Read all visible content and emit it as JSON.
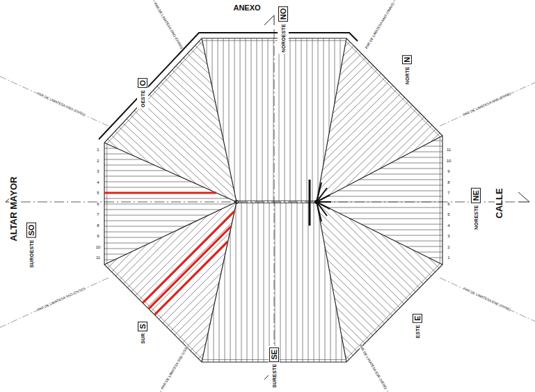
{
  "diagram": {
    "nodes": [
      {
        "text": [
          "NOROESTE",
          "NO"
        ]
      },
      {
        "text": [
          "NORTE",
          "N"
        ]
      },
      {
        "text": [
          "OESTE",
          "O"
        ]
      },
      {
        "text": [
          "SUROESTE",
          "SO"
        ]
      },
      {
        "text": [
          "NORESTE",
          "NE"
        ]
      },
      {
        "text": [
          "SUR",
          "S"
        ]
      },
      {
        "text": [
          "SURESTE",
          "SE"
        ]
      },
      {
        "text": [
          "ESTE",
          "E"
        ]
      }
    ],
    "labels": [
      "ANEXO",
      "ALTAR MAYOR",
      "CALLE",
      "PAR DE LIMATESA ONO-(OVNO)",
      "PAR DE LIMATESA NNO-(ONNO)",
      "PAR DE LIMATESA NNE-(ENNE)",
      "PAR DE LIMATESA OSO-(OVSO)",
      "PAR DE LIMATESA SSO-(OVSO)",
      "PAR DE LIMATESA ENE-(OVNE)",
      "PAR DE LIMATESA SSE-(VSSE)",
      "PAR DE LIMATESA ESE-(VESE)",
      "1",
      "2",
      "3",
      "4",
      "5",
      "6",
      "7",
      "8",
      "9",
      "10",
      "11",
      "11",
      "10",
      "9",
      "8",
      "7",
      "6",
      "5",
      "4",
      "3",
      "2",
      "1"
    ]
  }
}
